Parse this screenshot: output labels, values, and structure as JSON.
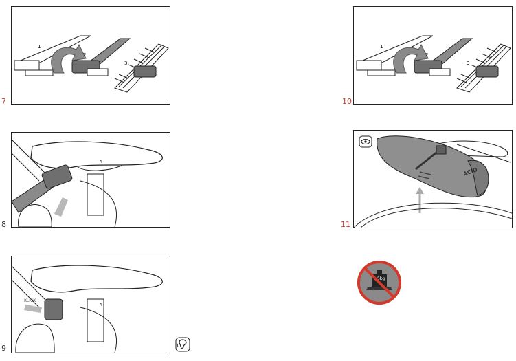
{
  "steps": [
    {
      "number": "7",
      "labels": [
        "1",
        "2",
        "3"
      ]
    },
    {
      "number": "8",
      "labels": [
        "4"
      ]
    },
    {
      "number": "9",
      "labels": [
        "KLICK",
        "4"
      ]
    },
    {
      "number": "10",
      "labels": [
        "1",
        "2",
        "3"
      ]
    },
    {
      "number": "11",
      "brand": "ACID"
    }
  ],
  "warning": {
    "weight_label": ">5kg"
  },
  "colors": {
    "step_number_red": "#c0392b",
    "step_number_dark": "#333333",
    "prohibition_red": "#d33a2c",
    "strap_gray": "#8a8a8a",
    "bag_gray": "#8f8f8f"
  }
}
